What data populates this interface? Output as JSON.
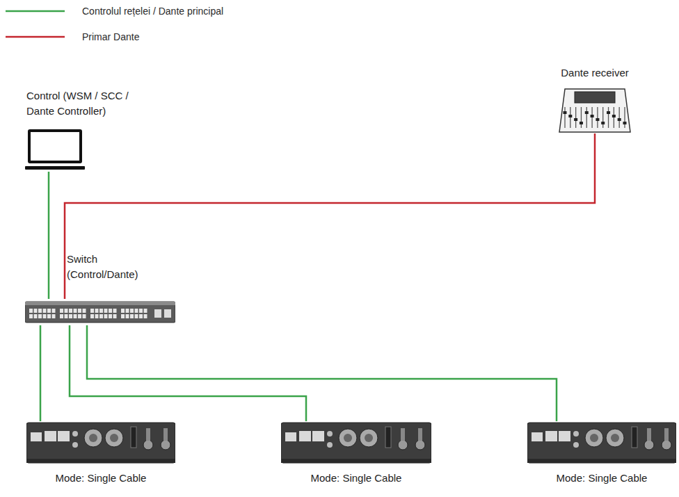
{
  "diagram": {
    "nodes": [
      {
        "text": [
          "Control (WSM / SCC / Dante Controller)"
        ]
      },
      {
        "text": [
          "Dante receiver"
        ]
      },
      {
        "text": [
          "Switch (Control/Dante)"
        ]
      },
      {
        "text": [
          "Mode: Single Cable"
        ]
      },
      {
        "text": [
          "Mode: Single Cable"
        ]
      },
      {
        "text": [
          "Mode: Single Cable"
        ]
      }
    ],
    "edges": [
      {
        "from": 0,
        "to": 2,
        "arrow": "none"
      },
      {
        "from": 1,
        "to": 2,
        "arrow": "none"
      },
      {
        "from": 2,
        "to": 3,
        "arrow": "none"
      },
      {
        "from": 2,
        "to": 4,
        "arrow": "none"
      },
      {
        "from": 2,
        "to": 5,
        "arrow": "none"
      }
    ],
    "legend": [
      {
        "text": "Controlul rețelei / Dante principal"
      },
      {
        "text": "Primar Dante"
      }
    ]
  }
}
